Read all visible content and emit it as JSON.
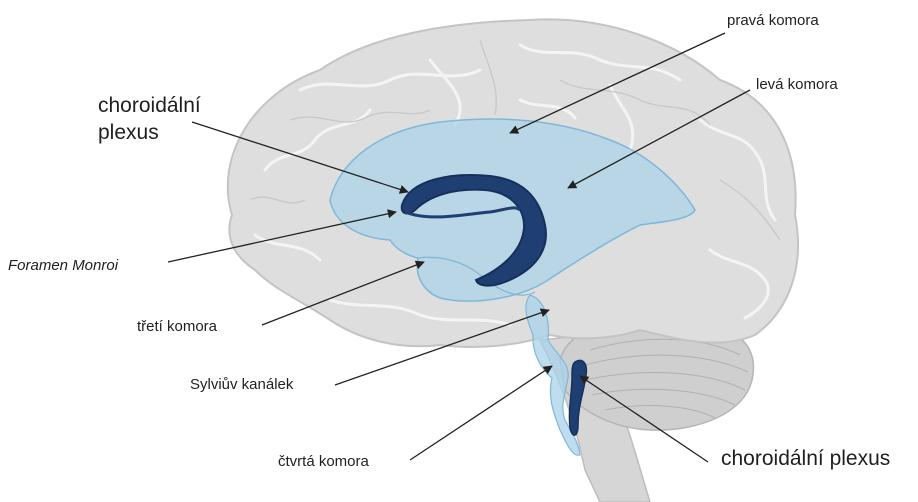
{
  "labels": {
    "prava_komora": "pravá komora",
    "leva_komora": "levá komora",
    "choroidalni_plexus_top_line1": "choroidální",
    "choroidalni_plexus_top_line2": "plexus",
    "foramen_monroi": "Foramen Monroi",
    "treti_komora": "třetí komora",
    "sylviuv_kanalek": "Sylviův kanálek",
    "ctvrta_komora": "čtvrtá komora",
    "choroidalni_plexus_bottom": "choroidální plexus"
  },
  "colors": {
    "brain_fill": "#dedede",
    "brain_stroke": "#c4c4c4",
    "ventricle_fill": "#a8d3ea",
    "ventricle_stroke": "#7fb8d6",
    "plexus": "#1f3f73",
    "arrow": "#222222"
  }
}
